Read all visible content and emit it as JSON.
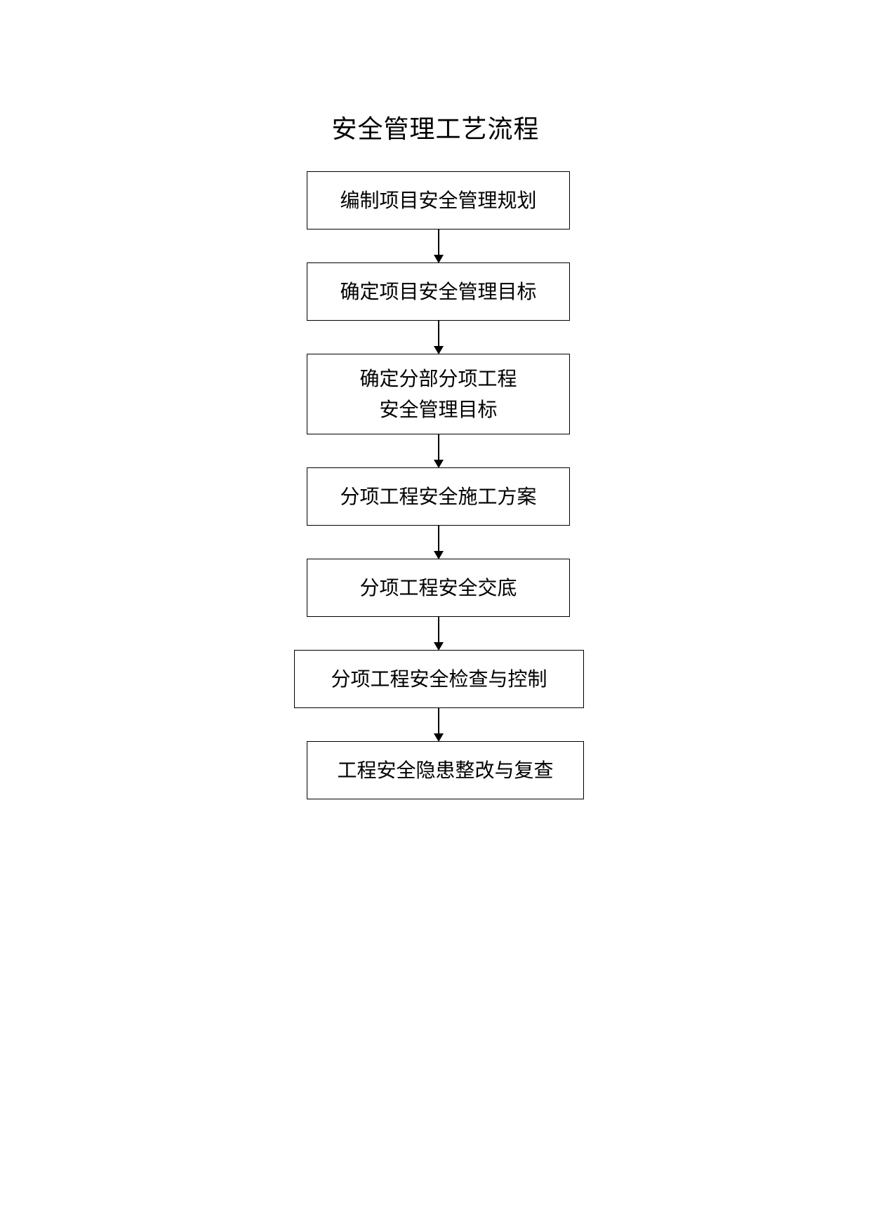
{
  "title": "安全管理工艺流程",
  "steps": [
    {
      "lines": [
        "编制项目安全管理规划"
      ]
    },
    {
      "lines": [
        "确定项目安全管理目标"
      ]
    },
    {
      "lines": [
        "确定分部分项工程",
        "安全管理目标"
      ]
    },
    {
      "lines": [
        "分项工程安全施工方案"
      ]
    },
    {
      "lines": [
        "分项工程安全交底"
      ]
    },
    {
      "lines": [
        "分项工程安全检查与控制"
      ]
    },
    {
      "lines": [
        "工程安全隐患整改与复查"
      ]
    }
  ]
}
